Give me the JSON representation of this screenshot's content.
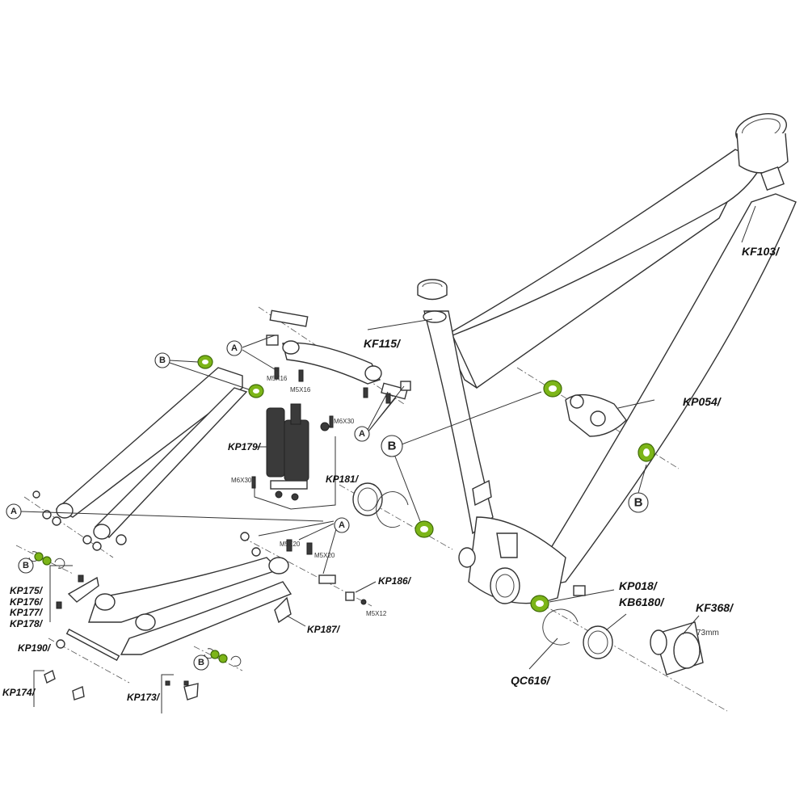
{
  "part_numbers": {
    "kf103": "KF103/",
    "kf115": "KF115/",
    "kp054": "KP054/",
    "kp018": "KP018/",
    "kb6180": "KB6180/",
    "kf368": "KF368/",
    "bb_width": "73mm",
    "qc616": "QC616/",
    "kp179": "KP179/",
    "kp181": "KP181/",
    "kp186": "KP186/",
    "kp187": "KP187/",
    "kp175": "KP175/",
    "kp176": "KP176/",
    "kp177": "KP177/",
    "kp178": "KP178/",
    "kp190": "KP190/",
    "kp174": "KP174/",
    "kp173": "KP173/"
  },
  "bolt_sizes": {
    "m5x16_a": "M5X16",
    "m5x16_b": "M5X16",
    "m6x30_a": "M6X30",
    "m6x30_b": "M6X30",
    "m5x20_a": "M5X20",
    "m5x20_b": "M5X20",
    "m5x12": "M5X12"
  },
  "callouts": {
    "a": "A",
    "b": "B"
  },
  "colors": {
    "bearing": "#7cb518",
    "line": "#333333"
  }
}
